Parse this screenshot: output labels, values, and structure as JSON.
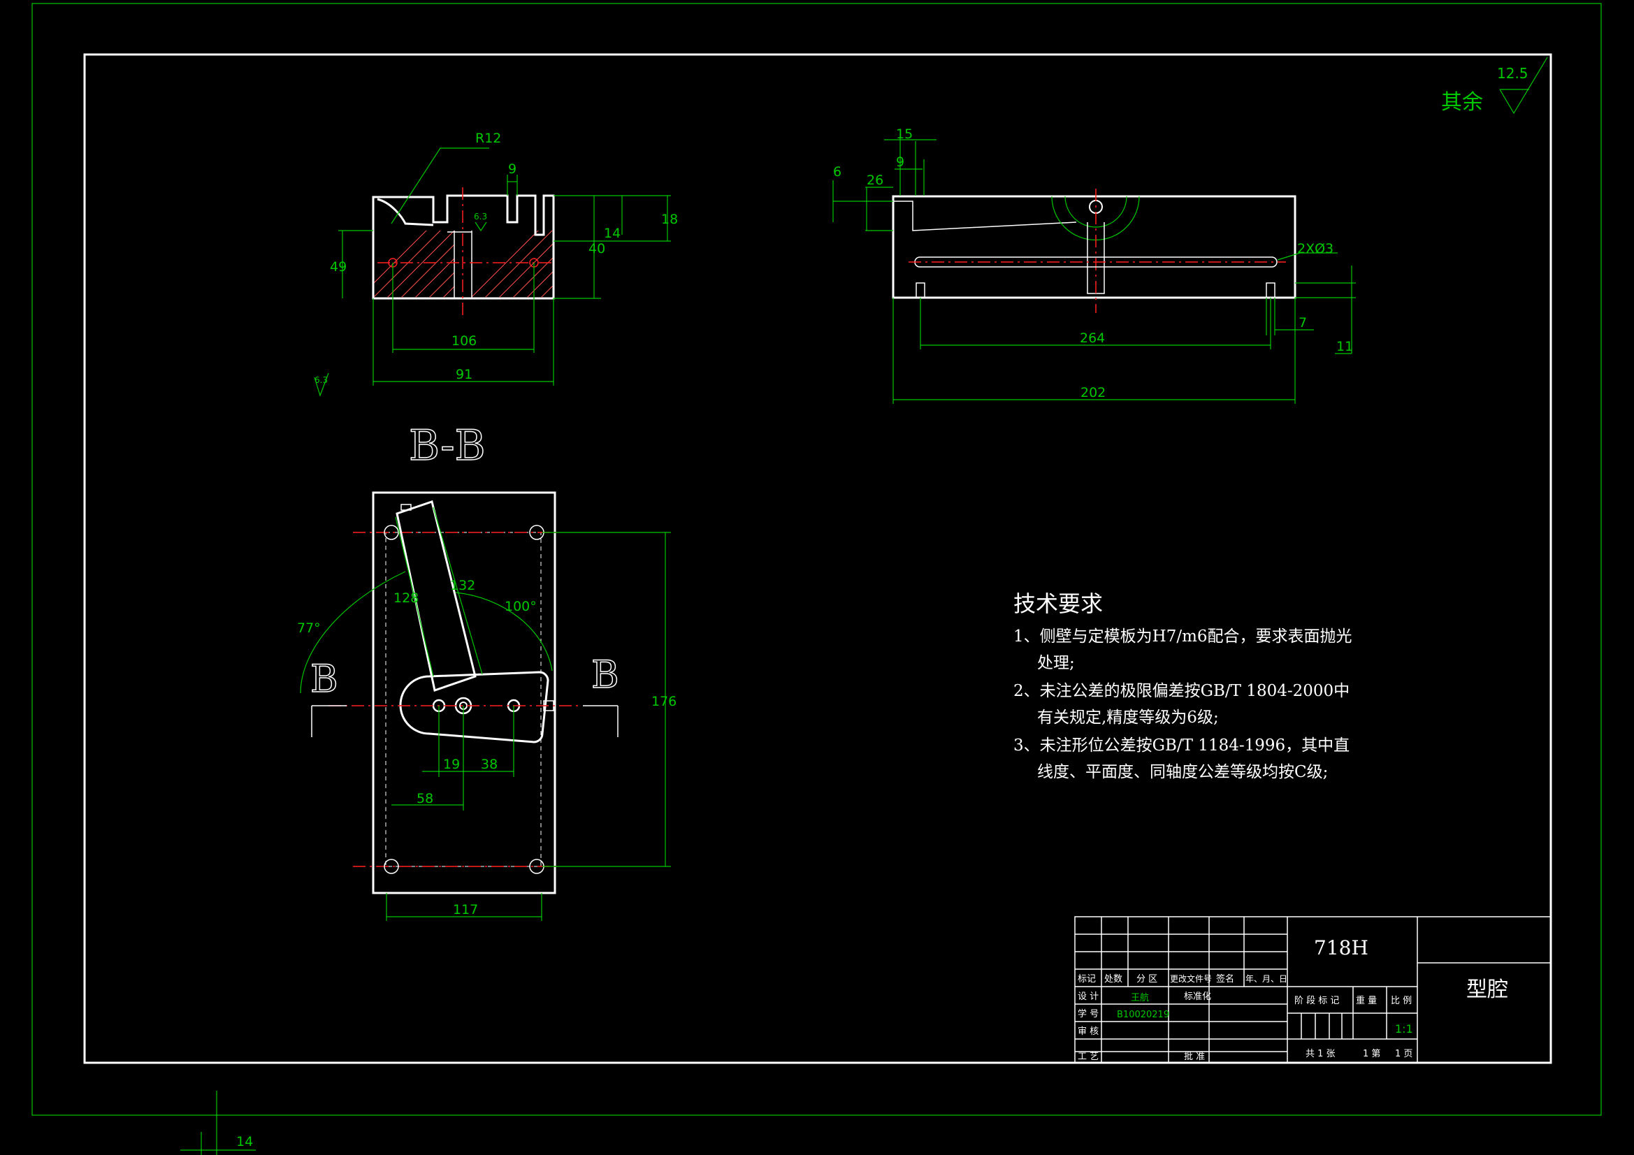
{
  "roughness": {
    "prefix": "其余",
    "value": "12.5"
  },
  "section_label": "B-B",
  "section_letter": "B",
  "front_view_dims": [
    "R12",
    "9",
    "6.3",
    "49",
    "14",
    "40",
    "18",
    "106",
    "91",
    "6.3"
  ],
  "side_view_dims": [
    "15",
    "9",
    "26",
    "6",
    "2XØ3",
    "264",
    "7",
    "11",
    "202"
  ],
  "plan_view_dims": [
    "128",
    "132",
    "77°",
    "100°",
    "176",
    "19",
    "38",
    "58",
    "117"
  ],
  "extra_dim": "14",
  "tech_requirements": {
    "title": "技术要求",
    "lines": [
      "1、侧壁与定模板为H7/m6配合，要求表面抛光",
      "处理;",
      "2、未注公差的极限偏差按GB/T 1804-2000中",
      "有关规定,精度等级为6级;",
      "3、未注形位公差按GB/T 1184-1996，其中直",
      "线度、平面度、同轴度公差等级均按C级;"
    ]
  },
  "title_block": {
    "material": "718H",
    "part_name": "型腔",
    "header_labels": [
      "标记",
      "处数",
      "分 区",
      "更改文件号",
      "签名",
      "年、月、日"
    ],
    "design_label": "设 计",
    "designer": "王航",
    "standardize_label": "标准化",
    "student_id_label": "学 号",
    "student_id": "B10020219",
    "review_label": "审 核",
    "process_label": "工 艺",
    "approve_label": "批 准",
    "stage_headers": [
      "阶 段 标 记",
      "重 量",
      "比 例"
    ],
    "scale": "1:1",
    "sheet_info": [
      "共 1  张",
      "1 第",
      "1 页"
    ]
  }
}
